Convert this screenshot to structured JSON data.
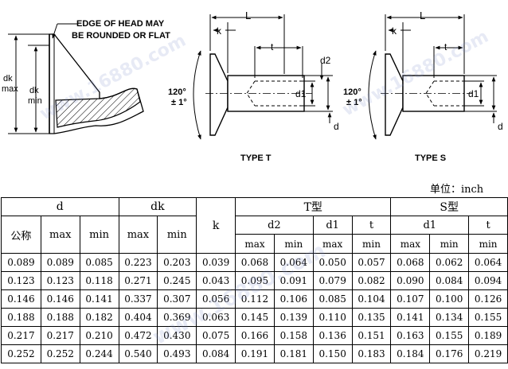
{
  "diagram": {
    "note_line1": "EDGE OF HEAD MAY",
    "note_line2": "BE ROUNDED OR FLAT",
    "dk_max_1": "dk",
    "dk_max_2": "max",
    "dk_min_1": "dk",
    "dk_min_2": "min",
    "L": "L",
    "k": "k",
    "t": "t",
    "d2": "d2",
    "d1": "d1",
    "d": "d",
    "angle_1": "120°",
    "angle_2": "± 1°",
    "type_t": "TYPE T",
    "type_s": "TYPE S"
  },
  "unit_label": "单位：inch",
  "table": {
    "h_d": "d",
    "h_dk": "dk",
    "h_k": "k",
    "h_typeT": "T型",
    "h_typeS": "S型",
    "h_nominal": "公称",
    "h_d2": "d2",
    "h_d1_t": "d1",
    "h_t_t": "t",
    "h_d1_s": "d1",
    "h_t_s": "t",
    "h_max": "max",
    "h_min": "min",
    "rows": [
      [
        "0.089",
        "0.089",
        "0.085",
        "0.223",
        "0.203",
        "0.039",
        "0.068",
        "0.064",
        "0.050",
        "0.057",
        "0.068",
        "0.062",
        "0.064"
      ],
      [
        "0.123",
        "0.123",
        "0.118",
        "0.271",
        "0.245",
        "0.043",
        "0.095",
        "0.091",
        "0.079",
        "0.082",
        "0.090",
        "0.084",
        "0.094"
      ],
      [
        "0.146",
        "0.146",
        "0.141",
        "0.337",
        "0.307",
        "0.056",
        "0.112",
        "0.106",
        "0.085",
        "0.104",
        "0.107",
        "0.100",
        "0.126"
      ],
      [
        "0.188",
        "0.188",
        "0.182",
        "0.404",
        "0.369",
        "0.063",
        "0.145",
        "0.139",
        "0.110",
        "0.135",
        "0.141",
        "0.134",
        "0.155"
      ],
      [
        "0.217",
        "0.217",
        "0.210",
        "0.472",
        "0.430",
        "0.075",
        "0.166",
        "0.158",
        "0.136",
        "0.151",
        "0.163",
        "0.155",
        "0.189"
      ],
      [
        "0.252",
        "0.252",
        "0.244",
        "0.540",
        "0.493",
        "0.084",
        "0.191",
        "0.181",
        "0.150",
        "0.183",
        "0.184",
        "0.176",
        "0.219"
      ]
    ]
  }
}
